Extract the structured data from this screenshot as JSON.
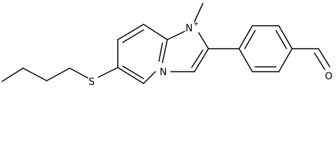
{
  "molecule": {
    "atoms": {
      "n1": "N",
      "n1_charge": "+",
      "n4": "N",
      "sulfur": "S",
      "oxygen": "O"
    }
  },
  "colors": {
    "bond": "#000000",
    "background": "#ffffff"
  }
}
